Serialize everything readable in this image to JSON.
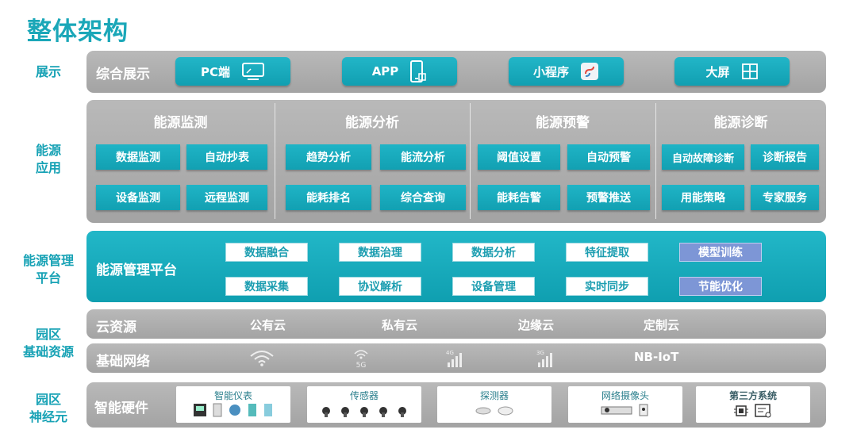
{
  "title": "整体架构",
  "rows": {
    "display": {
      "side_label": "展示",
      "band_label": "综合展示",
      "items": [
        {
          "label": "PC端",
          "icon": "monitor-icon"
        },
        {
          "label": "APP",
          "icon": "mobile-phone-icon"
        },
        {
          "label": "小程序",
          "icon": "mini-program-icon"
        },
        {
          "label": "大屏",
          "icon": "grid-screen-icon"
        }
      ]
    },
    "application": {
      "side_label": "能源\n应用",
      "columns": [
        {
          "title": "能源监测",
          "items": [
            "数据监测",
            "自动抄表",
            "设备监测",
            "远程监测"
          ]
        },
        {
          "title": "能源分析",
          "items": [
            "趋势分析",
            "能流分析",
            "能耗排名",
            "综合查询"
          ]
        },
        {
          "title": "能源预警",
          "items": [
            "阈值设置",
            "自动预警",
            "能耗告警",
            "预警推送"
          ]
        },
        {
          "title": "能源诊断",
          "items": [
            "自动故障诊断",
            "诊断报告",
            "用能策略",
            "专家服务"
          ]
        }
      ]
    },
    "platform": {
      "side_label": "能源管理\n平台",
      "band_label": "能源管理平台",
      "row1": [
        "数据融合",
        "数据治理",
        "数据分析",
        "特征提取",
        "模型训练"
      ],
      "row2": [
        "数据采集",
        "协议解析",
        "设备管理",
        "实时同步",
        "节能优化"
      ]
    },
    "infrastructure": {
      "side_label": "园区\n基础资源",
      "cloud": {
        "label": "云资源",
        "items": [
          "公有云",
          "私有云",
          "边缘云",
          "定制云"
        ]
      },
      "network": {
        "label": "基础网络",
        "icons": [
          "wifi-icon",
          "5g-icon",
          "4g-signal-icon",
          "3g-signal-icon"
        ],
        "last": "NB-IoT",
        "icon_text_5g": "5G",
        "icon_text_4g": "4G",
        "icon_text_3g": "3G"
      }
    },
    "nerve": {
      "side_label": "园区\n神经元",
      "band_label": "智能硬件",
      "cards": [
        {
          "title": "智能仪表"
        },
        {
          "title": "传感器"
        },
        {
          "title": "探测器"
        },
        {
          "title": "网络摄像头"
        },
        {
          "title": "第三方系统"
        }
      ]
    }
  },
  "colors": {
    "accent": "#17a2b5",
    "gray_band": "#ababab",
    "highlight_button": "#7d96d6"
  }
}
